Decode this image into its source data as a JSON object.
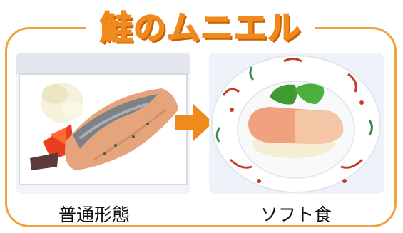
{
  "title": "鮭のムニエル",
  "photos": {
    "left_caption": "普通形態",
    "right_caption": "ソフト食"
  },
  "colors": {
    "accent": "#f08a1c",
    "frame_border": "#f0a23c"
  }
}
